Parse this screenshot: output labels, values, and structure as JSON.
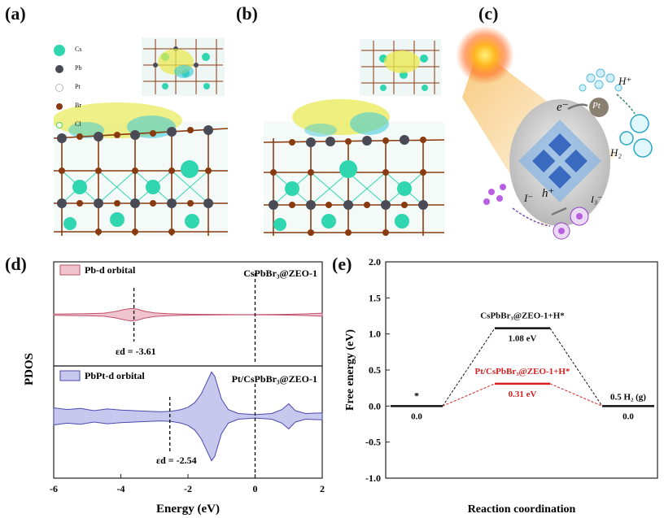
{
  "panels": {
    "a": "(a)",
    "b": "(b)",
    "c": "(c)",
    "d": "(d)",
    "e": "(e)"
  },
  "legend_a": {
    "items": [
      {
        "label": "Cs",
        "color": "#2fd6b0"
      },
      {
        "label": "Pb",
        "color": "#4a4a55"
      },
      {
        "label": "Pt",
        "color": "#b8b8b8"
      },
      {
        "label": "Br",
        "color": "#8a3a10"
      },
      {
        "label": "Cl",
        "color": "#4fd84f"
      }
    ]
  },
  "panel_c": {
    "electron": "e⁻",
    "hole": "h⁺",
    "pt": "Pt",
    "h_plus": "H⁺",
    "h2": "H₂",
    "i_minus": "I⁻",
    "i3_minus": "I₃⁻"
  },
  "chart_data": [
    {
      "type": "area",
      "panel": "d",
      "ylabel": "PDOS",
      "xlabel": "Energy (eV)",
      "xlim": [
        -6,
        2
      ],
      "xticks": [
        "-6",
        "-4",
        "-2",
        "0",
        "2"
      ],
      "fermi_level": 0,
      "series": [
        {
          "name": "Pb-d orbital",
          "system": "CsPbBr₃@ZEO-1",
          "color": "#c0506a",
          "fill": "#f0c4ce",
          "d_band_center": -3.61,
          "d_band_label": "εd = -3.61",
          "x": [
            -6,
            -5,
            -4.5,
            -4.2,
            -3.9,
            -3.7,
            -3.5,
            -3.3,
            -3.0,
            -2.6,
            -2.2,
            -1.5,
            -1.0,
            -0.5,
            0,
            0.5,
            1.0,
            1.5,
            2.0
          ],
          "y": [
            0.3,
            0.5,
            0.8,
            1.5,
            2.6,
            3.2,
            2.8,
            1.8,
            0.9,
            0.5,
            0.3,
            0.15,
            0.1,
            0.05,
            0.05,
            0.1,
            0.2,
            0.4,
            0.8
          ]
        },
        {
          "name": "PbPt-d orbital",
          "system": "Pt/CsPbBr₃@ZEO-1",
          "color": "#4a4ab0",
          "fill": "#c8c8ee",
          "d_band_center": -2.54,
          "d_band_label": "εd = -2.54",
          "x": [
            -6,
            -5.6,
            -5.2,
            -4.8,
            -4.4,
            -4.0,
            -3.6,
            -3.2,
            -2.8,
            -2.5,
            -2.2,
            -2.0,
            -1.8,
            -1.6,
            -1.4,
            -1.3,
            -1.2,
            -1.0,
            -0.8,
            -0.5,
            0,
            0.5,
            0.8,
            1.0,
            1.2,
            1.5,
            2.0
          ],
          "y": [
            1.5,
            1.2,
            1.4,
            1.0,
            1.3,
            1.1,
            1.0,
            0.9,
            0.8,
            0.9,
            1.2,
            1.6,
            2.4,
            4.0,
            6.5,
            7.8,
            7.0,
            3.0,
            1.2,
            0.5,
            0.3,
            0.5,
            1.2,
            2.2,
            1.0,
            0.5,
            0.6
          ]
        }
      ]
    },
    {
      "type": "line",
      "panel": "e",
      "ylabel": "Free energy (eV)",
      "xlabel": "Reaction coordination",
      "ylim": [
        -1.0,
        2.0
      ],
      "yticks": [
        "-1.0",
        "-0.5",
        "0.0",
        "0.5",
        "1.0",
        "1.5",
        "2.0"
      ],
      "states": [
        {
          "label": "*",
          "value": 0.0,
          "value_label": "0.0"
        },
        {
          "label": "0.5 H₂ (g)",
          "value": 0.0,
          "value_label": "0.0"
        }
      ],
      "series": [
        {
          "name": "CsPbBr₃@ZEO-1+H*",
          "value": 1.08,
          "value_label": "1.08 eV",
          "color": "#111111"
        },
        {
          "name": "Pt/CsPbBr₃@ZEO-1+H*",
          "value": 0.31,
          "value_label": "0.31 eV",
          "color": "#d62020"
        }
      ]
    }
  ]
}
